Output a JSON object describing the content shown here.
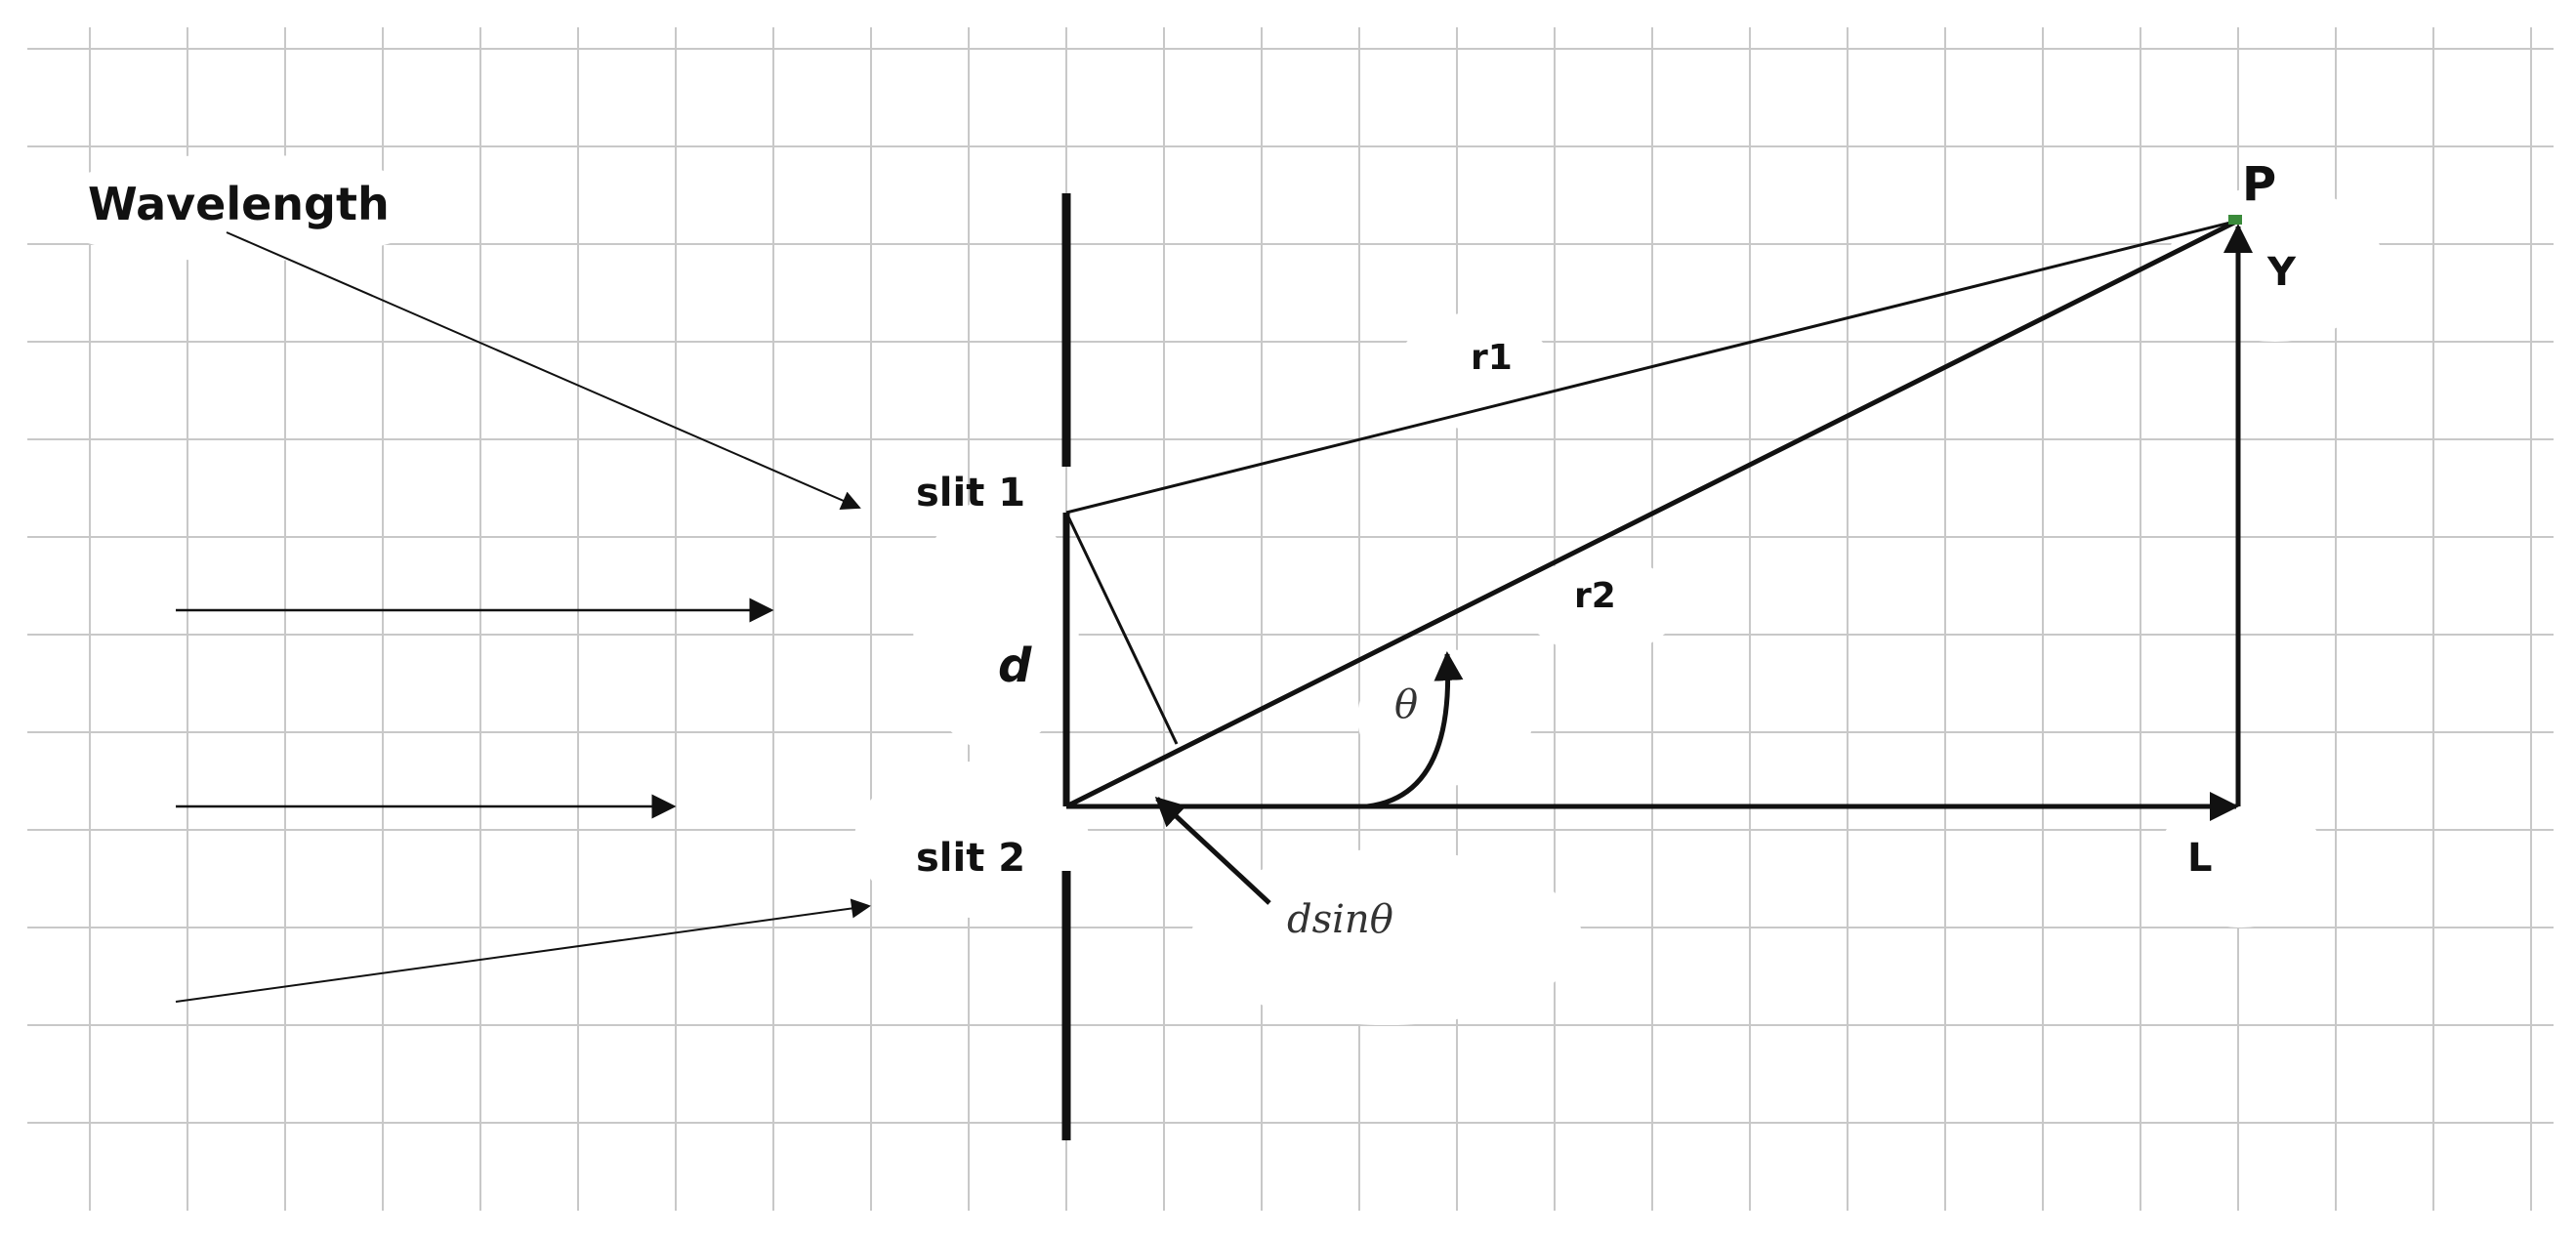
{
  "labels": {
    "wavelength": "Wavelength",
    "slit1": "slit 1",
    "slit2": "slit 2",
    "d": "d",
    "r1": "r1",
    "r2": "r2",
    "theta": "θ",
    "dsintheta": "dsinθ",
    "P": "P",
    "Y": "Y",
    "L": "L"
  },
  "colors": {
    "grid": "#c8c8c8",
    "line": "#111111",
    "background": "#ffffff"
  }
}
